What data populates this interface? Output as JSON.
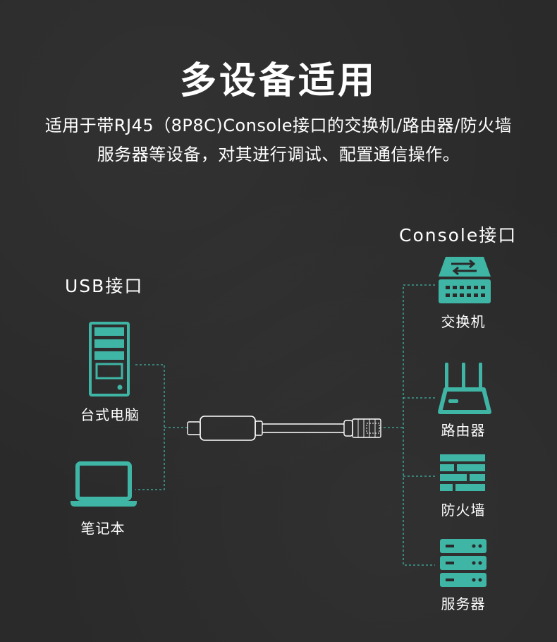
{
  "title": "多设备适用",
  "description_line1": "适用于带RJ45（8P8C)Console接口的交换机/路由器/防火墙",
  "description_line2": "服务器等设备，对其进行调试、配置通信操作。",
  "left_group": {
    "label": "USB接口",
    "devices": [
      {
        "label": "台式电脑",
        "icon": "desktop-tower-icon"
      },
      {
        "label": "笔记本",
        "icon": "laptop-icon"
      }
    ]
  },
  "right_group": {
    "label": "Console接口",
    "devices": [
      {
        "label": "交换机",
        "icon": "switch-icon"
      },
      {
        "label": "路由器",
        "icon": "router-icon"
      },
      {
        "label": "防火墙",
        "icon": "firewall-icon"
      },
      {
        "label": "服务器",
        "icon": "server-icon"
      }
    ]
  },
  "colors": {
    "accent": "#3fb5a5",
    "background": "#2a2a2a",
    "text": "#ffffff"
  }
}
